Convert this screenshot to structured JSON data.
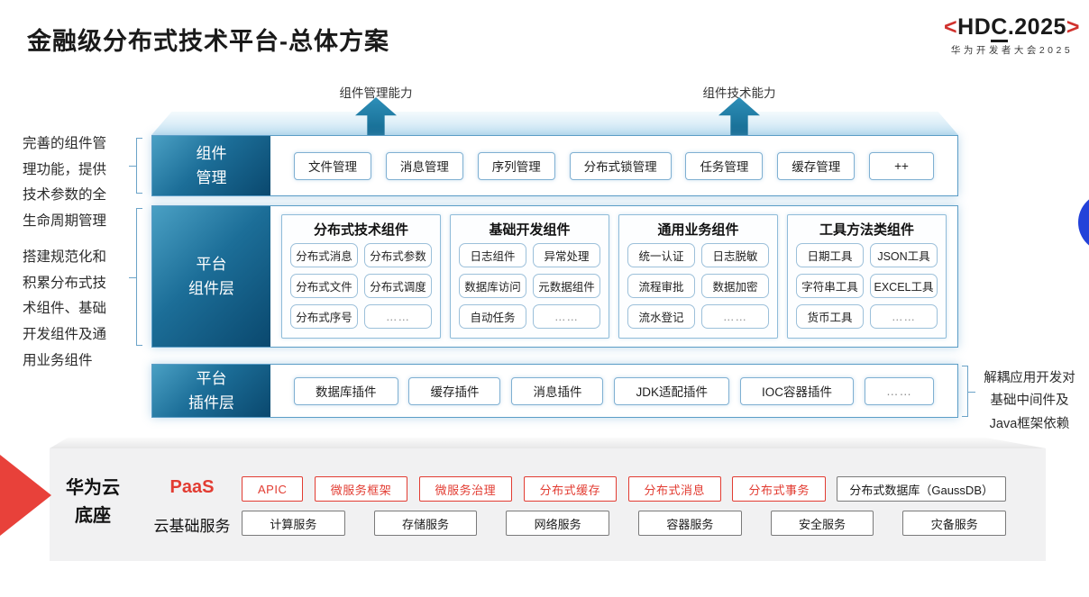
{
  "header": {
    "title": "金融级分布式技术平台-总体方案"
  },
  "logo": {
    "open": "<",
    "hd": "HD",
    "c": "C",
    "rest": ".2025",
    "close": ">",
    "subtitle": "华为开发者大会2025"
  },
  "capability_arrows": {
    "left": "组件管理能力",
    "right": "组件技术能力"
  },
  "annotations": {
    "left_top": "完善的组件管理功能，提供技术参数的全生命周期管理",
    "left_bottom": "搭建规范化和积累分布式技术组件、基础开发组件及通用业务组件",
    "right": "解耦应用开发对基础中间件及Java框架依赖"
  },
  "rows": {
    "component_mgmt": {
      "label": "组件\n管理",
      "items": [
        "文件管理",
        "消息管理",
        "序列管理",
        "分布式锁管理",
        "任务管理",
        "缓存管理",
        "++"
      ]
    },
    "platform_components": {
      "label": "平台\n组件层",
      "groups": [
        {
          "title": "分布式技术组件",
          "items": [
            "分布式消息",
            "分布式参数",
            "分布式文件",
            "分布式调度",
            "分布式序号",
            "……"
          ]
        },
        {
          "title": "基础开发组件",
          "items": [
            "日志组件",
            "异常处理",
            "数据库访问",
            "元数据组件",
            "自动任务",
            "……"
          ]
        },
        {
          "title": "通用业务组件",
          "items": [
            "统一认证",
            "日志脱敏",
            "流程审批",
            "数据加密",
            "流水登记",
            "……"
          ]
        },
        {
          "title": "工具方法类组件",
          "items": [
            "日期工具",
            "JSON工具",
            "字符串工具",
            "EXCEL工具",
            "货币工具",
            "……"
          ]
        }
      ]
    },
    "platform_plugins": {
      "label": "平台\n插件层",
      "items": [
        "数据库插件",
        "缓存插件",
        "消息插件",
        "JDK适配插件",
        "IOC容器插件",
        "……"
      ]
    }
  },
  "bottom": {
    "base_label": "华为云\n底座",
    "paas": {
      "label": "PaaS",
      "red_items": [
        "APIC",
        "微服务框架",
        "微服务治理",
        "分布式缓存",
        "分布式消息",
        "分布式事务"
      ],
      "neutral_item": "分布式数据库（GaussDB）"
    },
    "cloud": {
      "label": "云基础服务",
      "items": [
        "计算服务",
        "存储服务",
        "网络服务",
        "容器服务",
        "安全服务",
        "灾备服务"
      ]
    }
  },
  "colors": {
    "label_teal_dark": "#0a486e",
    "label_teal_light": "#4aa0c4",
    "arrow_teal": "#13688f",
    "row_border_blue": "#5b9dc6",
    "accent_red": "#e23c32",
    "red_arrow": "#e8413a",
    "edge_circle_blue": "#2342d9",
    "base_bg_gray": "#f1f1f2"
  }
}
